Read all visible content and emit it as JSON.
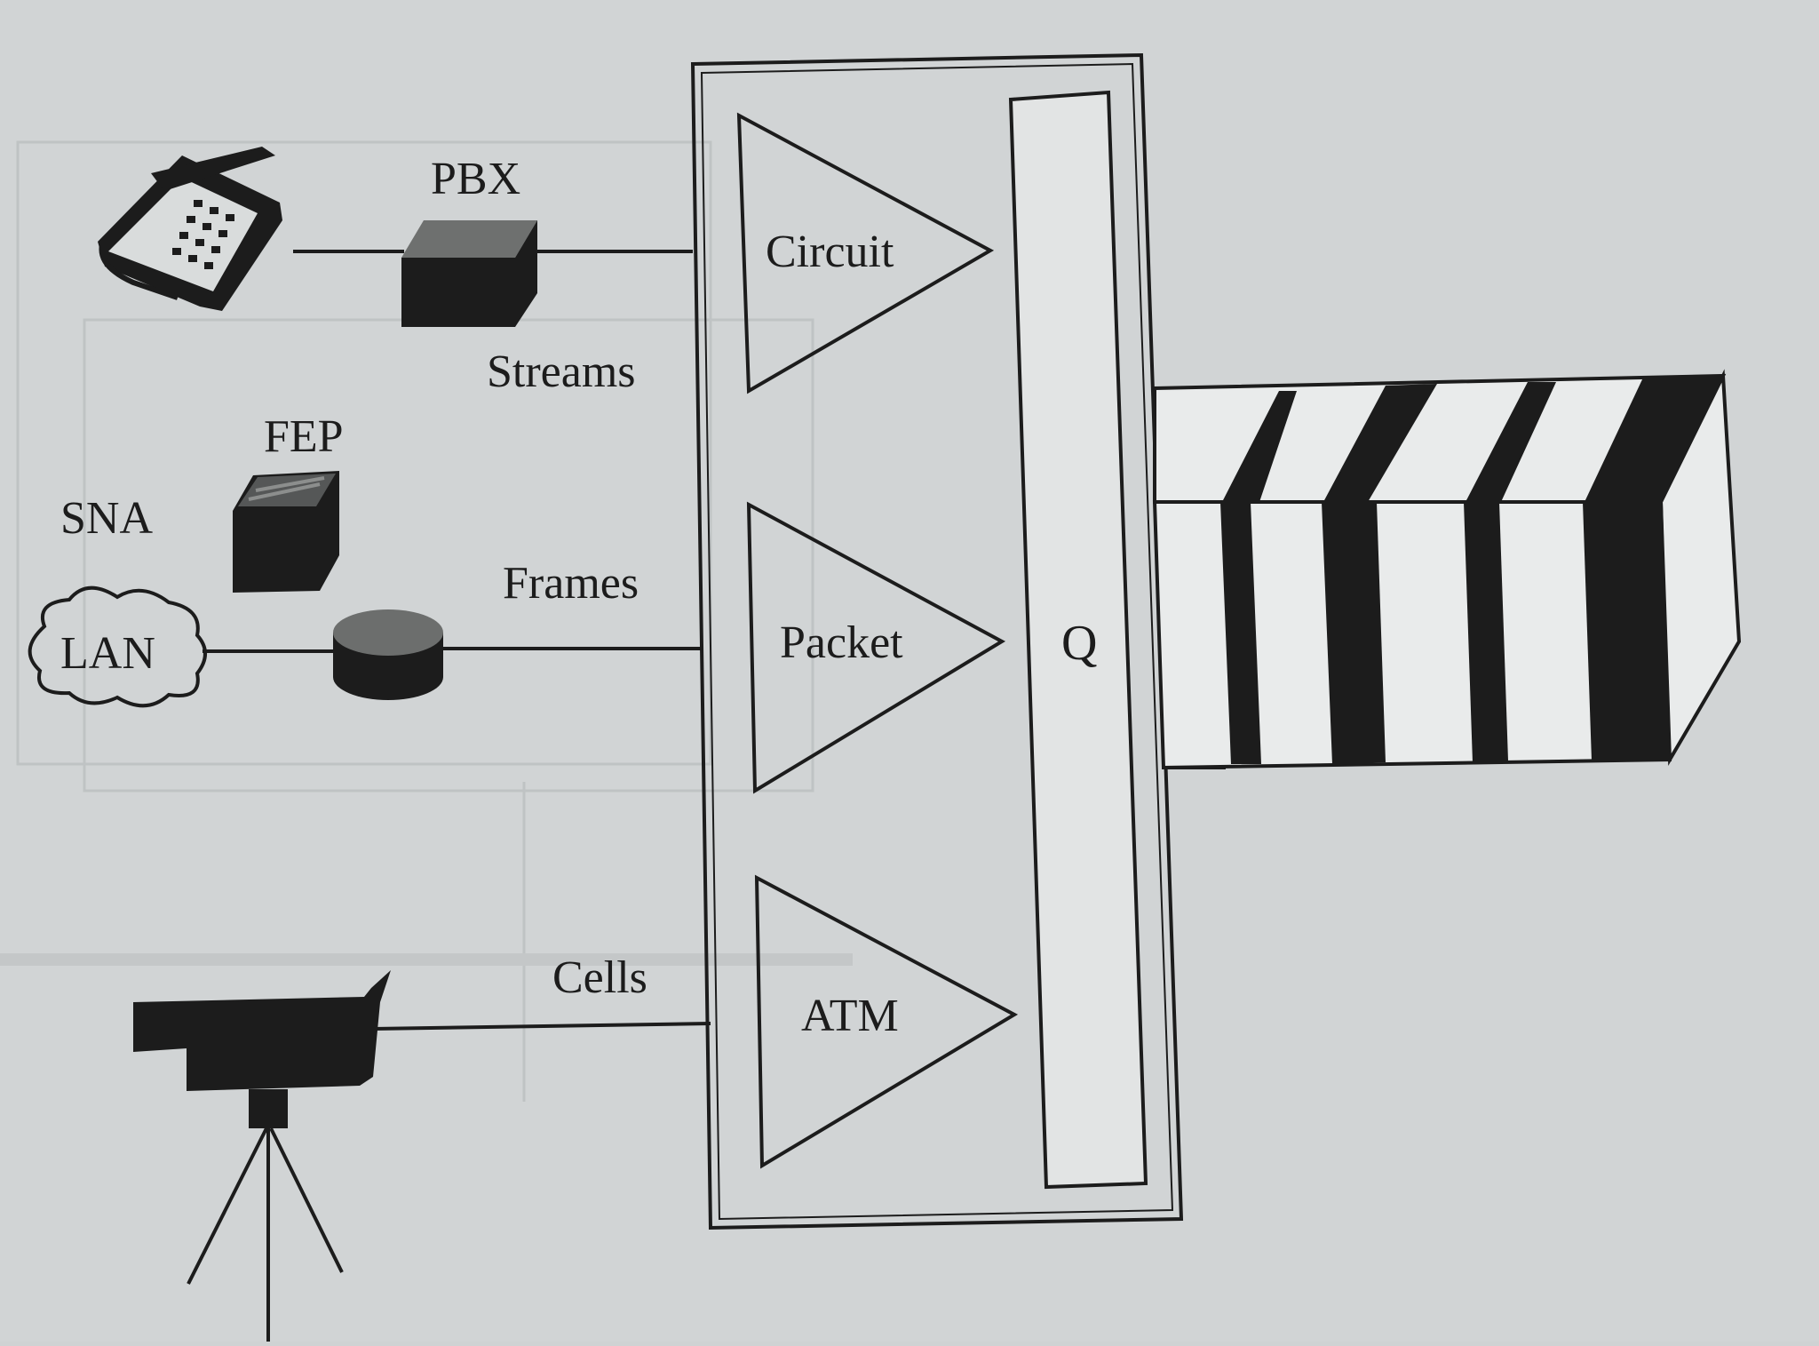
{
  "labels": {
    "pbx": "PBX",
    "streams": "Streams",
    "fep": "FEP",
    "sna": "SNA",
    "lan": "LAN",
    "frames": "Frames",
    "cells": "Cells",
    "circuit": "Circuit",
    "packet": "Packet",
    "atm": "ATM",
    "queue": "Q"
  },
  "colors": {
    "background": "#cfd2d3",
    "ink": "#1c1c1c",
    "paper": "#e9ebeb"
  }
}
